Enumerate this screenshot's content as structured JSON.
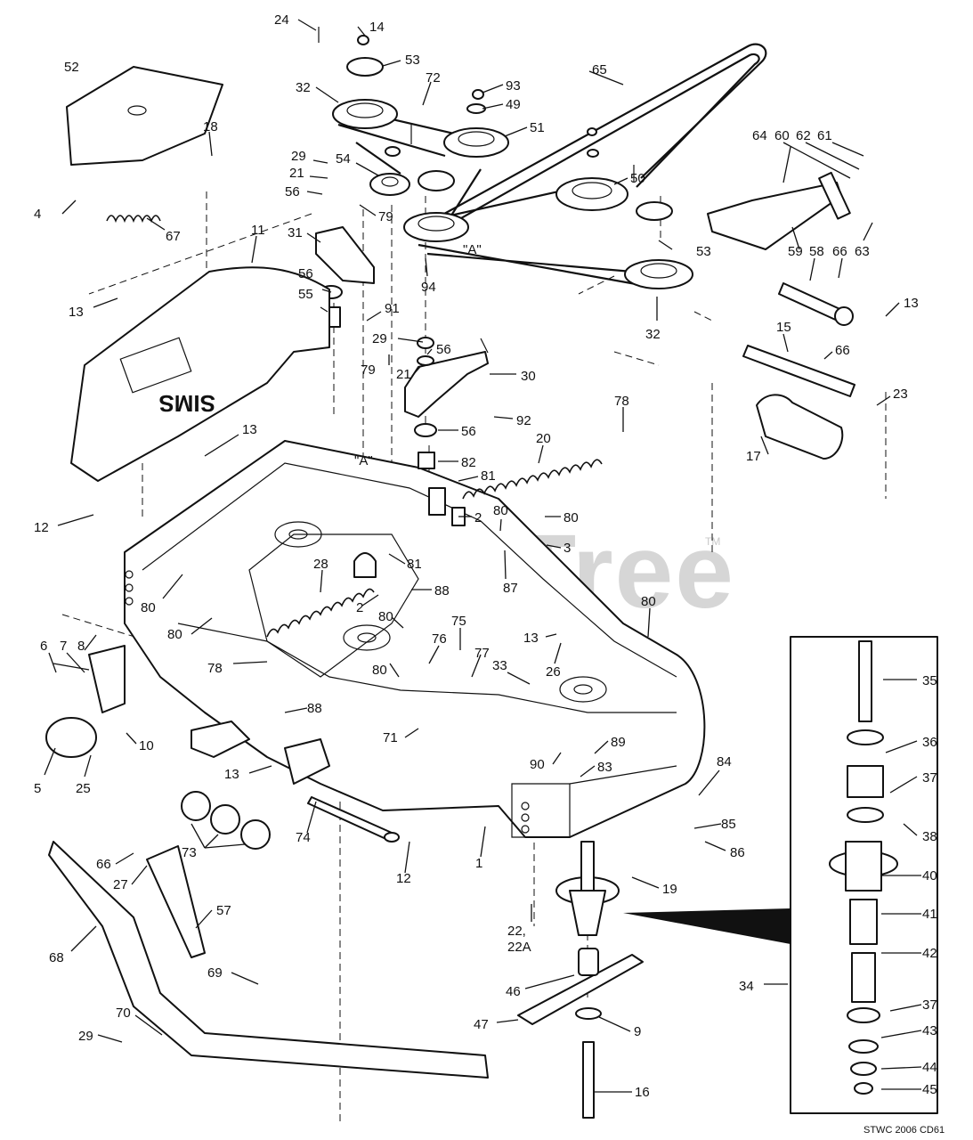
{
  "watermark": {
    "text": "PartsTree",
    "trademark": "TM"
  },
  "diagram_code": "STWC 2006 CD61",
  "decal_text": "SIMS",
  "section_labels": {
    "left_a": "\"A\"",
    "belt_a": "\"A\""
  },
  "callouts": {
    "c24": "24",
    "c14": "14",
    "c53a": "53",
    "c52": "52",
    "c32a": "32",
    "c72": "72",
    "c93": "93",
    "c49": "49",
    "c65": "65",
    "c51": "51",
    "c18": "18",
    "c29a": "29",
    "c54": "54",
    "c21a": "21",
    "c56a": "56",
    "c79a": "79",
    "c50": "50",
    "c64": "64",
    "c60": "60",
    "c62": "62",
    "c61": "61",
    "c4": "4",
    "c67": "67",
    "c11": "11",
    "c31": "31",
    "c53b": "53",
    "c59": "59",
    "c58": "58",
    "c66a": "66",
    "c63": "63",
    "c94": "94",
    "c32b": "32",
    "c13a": "13",
    "c56b": "56",
    "c55": "55",
    "c91": "91",
    "c13b": "13",
    "c15": "15",
    "c66b": "66",
    "c29b": "29",
    "c56c": "56",
    "c79b": "79",
    "c21b": "21",
    "c30": "30",
    "c23": "23",
    "c92": "92",
    "c78a": "78",
    "c56d": "56",
    "c17": "17",
    "c13c": "13",
    "c20": "20",
    "c82": "82",
    "c81a": "81",
    "c12a": "12",
    "c2a": "2",
    "c80a": "80",
    "c80b": "80",
    "c3": "3",
    "c87": "87",
    "c81b": "81",
    "c28": "28",
    "c88a": "88",
    "c2b": "2",
    "c80c": "80",
    "c80d": "80",
    "c80e": "80",
    "c80f": "80",
    "c75": "75",
    "c13d": "13",
    "c26": "26",
    "c6": "6",
    "c7": "7",
    "c8": "8",
    "c78b": "78",
    "c76": "76",
    "c77": "77",
    "c33": "33",
    "c80g": "80",
    "c88b": "88",
    "c71": "71",
    "c35": "35",
    "c10": "10",
    "c36": "36",
    "c89": "89",
    "c90": "90",
    "c83": "83",
    "c84": "84",
    "c5": "5",
    "c25": "25",
    "c13e": "13",
    "c37a": "37",
    "c38": "38",
    "c85": "85",
    "c86": "86",
    "c74": "74",
    "c1": "1",
    "c73": "73",
    "c40": "40",
    "c66c": "66",
    "c27": "27",
    "c12b": "12",
    "c19": "19",
    "c57": "57",
    "c22": "22,",
    "c22a": "22A",
    "c41": "41",
    "c68": "68",
    "c42": "42",
    "c46": "46",
    "c69": "69",
    "c34": "34",
    "c37b": "37",
    "c70": "70",
    "c47": "47",
    "c9": "9",
    "c43": "43",
    "c29c": "29",
    "c44": "44",
    "c16": "16",
    "c45": "45"
  }
}
